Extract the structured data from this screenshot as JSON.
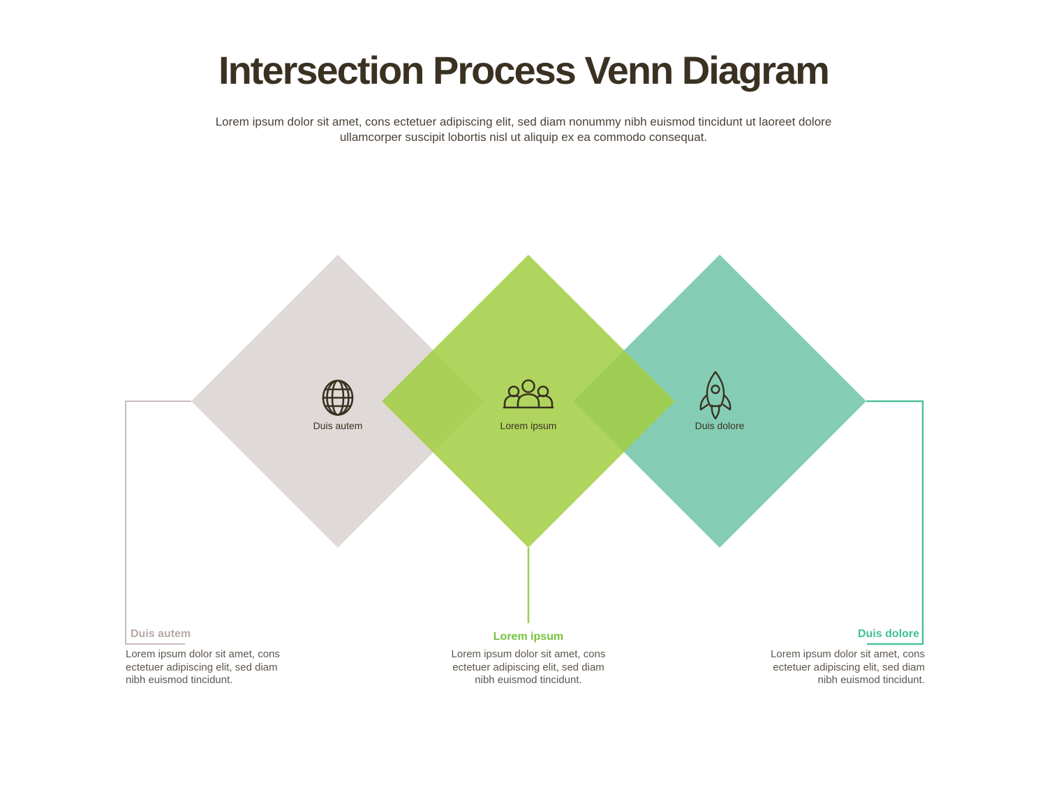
{
  "title": "Intersection Process Venn Diagram",
  "subtitle": "Lorem ipsum dolor sit amet, cons ectetuer adipiscing elit, sed diam nonummy nibh euismod tincidunt ut laoreet dolore ullamcorper suscipit lobortis nisl ut aliquip ex ea commodo consequat.",
  "colors": {
    "title_text": "#3A3122",
    "subtitle_text": "#4A4136",
    "body_text": "#5D564E",
    "gray_diamond": "#DFDAD8",
    "green_diamond": "#A1CE42",
    "green_diamond_opacity": "0.85",
    "teal_diamond": "#84CDB4",
    "gray_connector": "#C9BDBB",
    "green_connector": "#A0CE53",
    "teal_connector": "#4CC29C",
    "gray_heading": "#B8A9A7",
    "green_heading": "#76C340",
    "teal_heading": "#3FBF96",
    "icon_stroke": "#3A3122",
    "icon_fill_green": "#AFD55E"
  },
  "sections": [
    {
      "diamond_label": "Duis autem",
      "icon": "globe-icon",
      "heading": "Duis autem",
      "body": "Lorem ipsum dolor sit amet, cons ectetuer adipiscing elit, sed diam nibh euismod tincidunt."
    },
    {
      "diamond_label": "Lorem ipsum",
      "icon": "people-icon",
      "heading": "Lorem ipsum",
      "body": "Lorem ipsum dolor sit amet, cons ectetuer adipiscing elit, sed diam nibh euismod tincidunt."
    },
    {
      "diamond_label": "Duis dolore",
      "icon": "rocket-icon",
      "heading": "Duis dolore",
      "body": "Lorem ipsum dolor sit amet, cons ectetuer adipiscing elit, sed diam nibh euismod tincidunt."
    }
  ]
}
